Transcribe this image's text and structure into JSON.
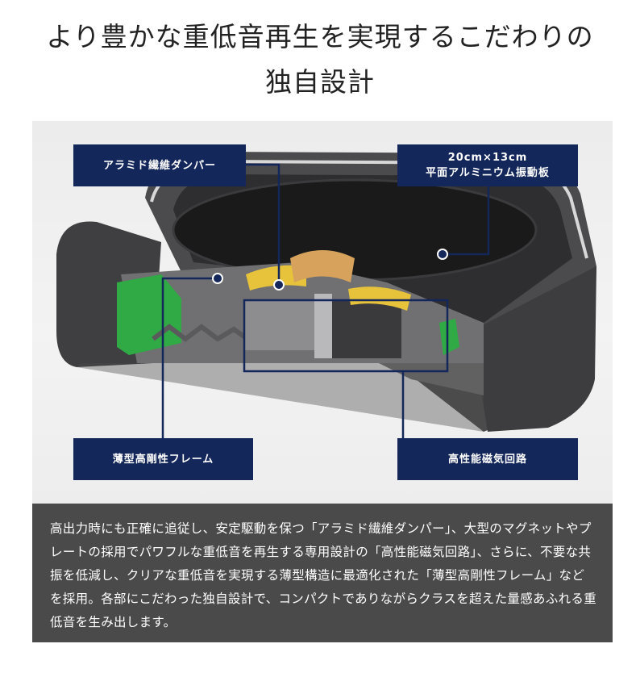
{
  "heading": {
    "line1": "より豊かな重低音再生を実現するこだわりの",
    "line2": "独自設計"
  },
  "labels": {
    "damper": "アラミド繊維ダンパー",
    "diaphragm_line1": "20cm×13cm",
    "diaphragm_line2": "平面アルミニウム振動板",
    "frame": "薄型高剛性フレーム",
    "magnet": "高性能磁気回路"
  },
  "colors": {
    "label_bg": "#14275a",
    "desc_bg": "#4a4a4a",
    "pcb_green": "#2faa45"
  },
  "description": "高出力時にも正確に追従し、安定駆動を保つ「アラミド繊維ダンパー」、大型のマグネットやプレートの採用でパワフルな重低音を再生する専用設計の「高性能磁気回路」、さらに、不要な共振を低減し、クリアな重低音を実現する薄型構造に最適化された「薄型高剛性フレーム」などを採用。各部にこだわった独自設計で、コンパクトでありながらクラスを超えた量感あふれる重低音を生み出します。"
}
